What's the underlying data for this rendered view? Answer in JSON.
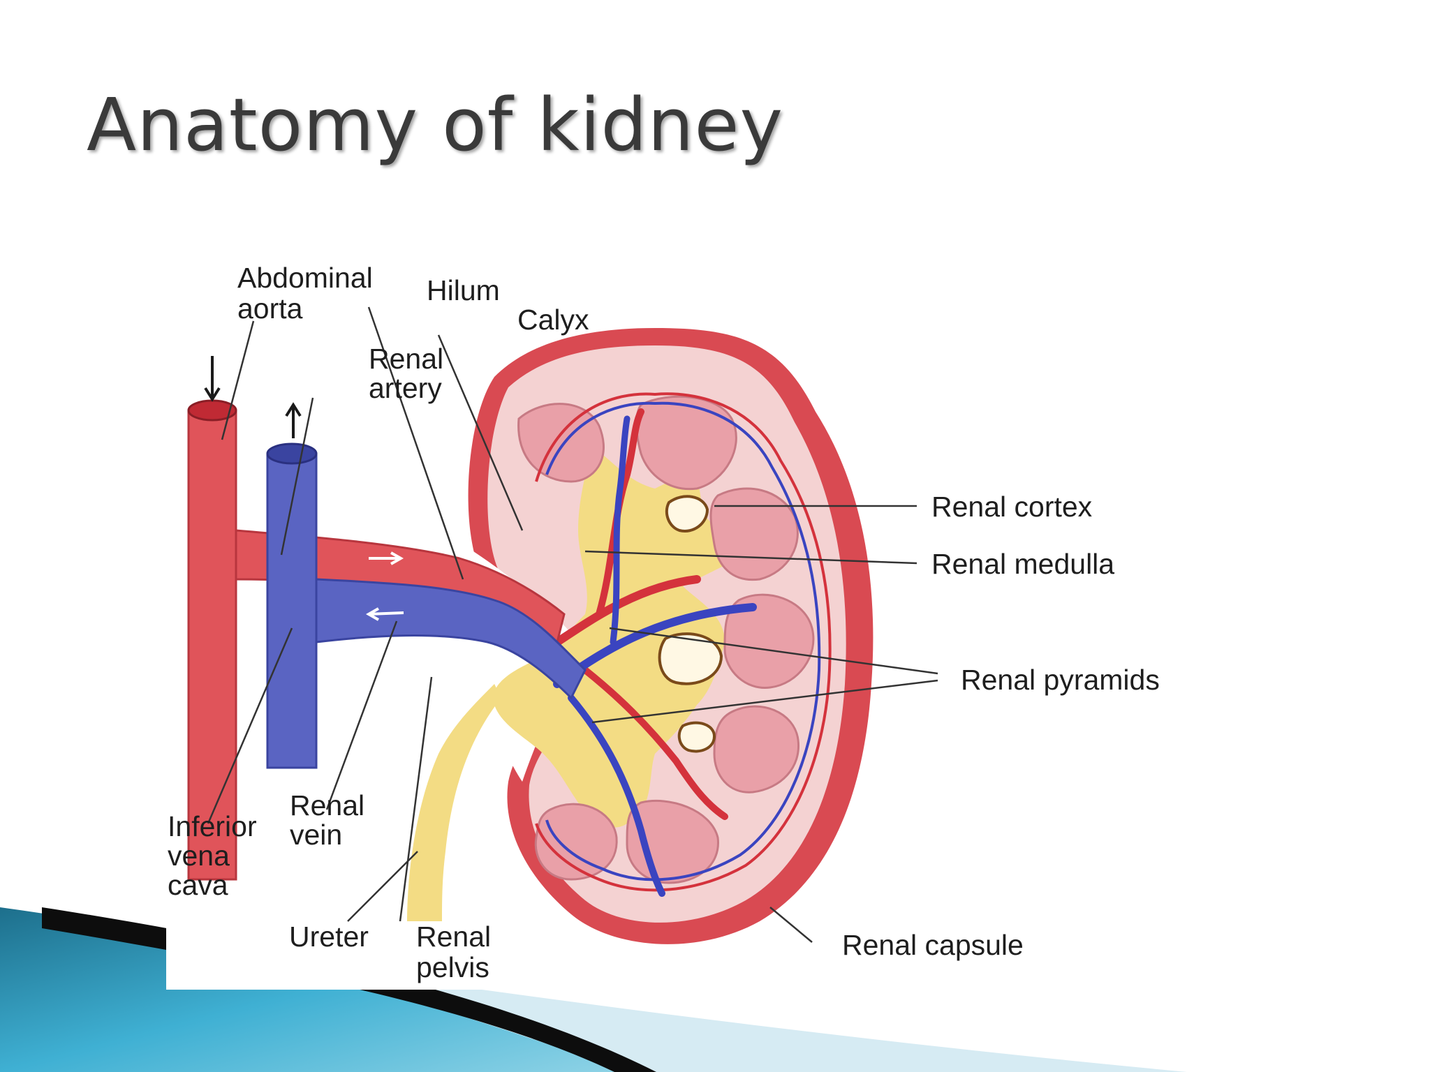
{
  "slide": {
    "title": "Anatomy of kidney"
  },
  "labels": {
    "abdominal_aorta": [
      "Abdominal",
      "aorta"
    ],
    "hilum": "Hilum",
    "calyx": "Calyx",
    "renal_artery": [
      "Renal",
      "artery"
    ],
    "renal_cortex": "Renal cortex",
    "renal_medulla": "Renal medulla",
    "renal_pyramids": "Renal pyramids",
    "inferior_vena_cava": [
      "Inferior",
      "vena",
      "cava"
    ],
    "renal_vein": [
      "Renal",
      "vein"
    ],
    "ureter": "Ureter",
    "renal_pelvis": [
      "Renal",
      "pelvis"
    ],
    "renal_capsule": "Renal capsule"
  },
  "colors": {
    "artery": "#e0545a",
    "artery_dark": "#c63a42",
    "vein": "#5a64c2",
    "vein_dark": "#3a44a0",
    "capsule": "#d94a52",
    "cortex": "#f4d2d2",
    "pyramid": "#e9a0a8",
    "pelvis": "#f3dc84",
    "leader": "#333333",
    "title": "#3a3a3a",
    "teal": "#2ea3c6"
  }
}
